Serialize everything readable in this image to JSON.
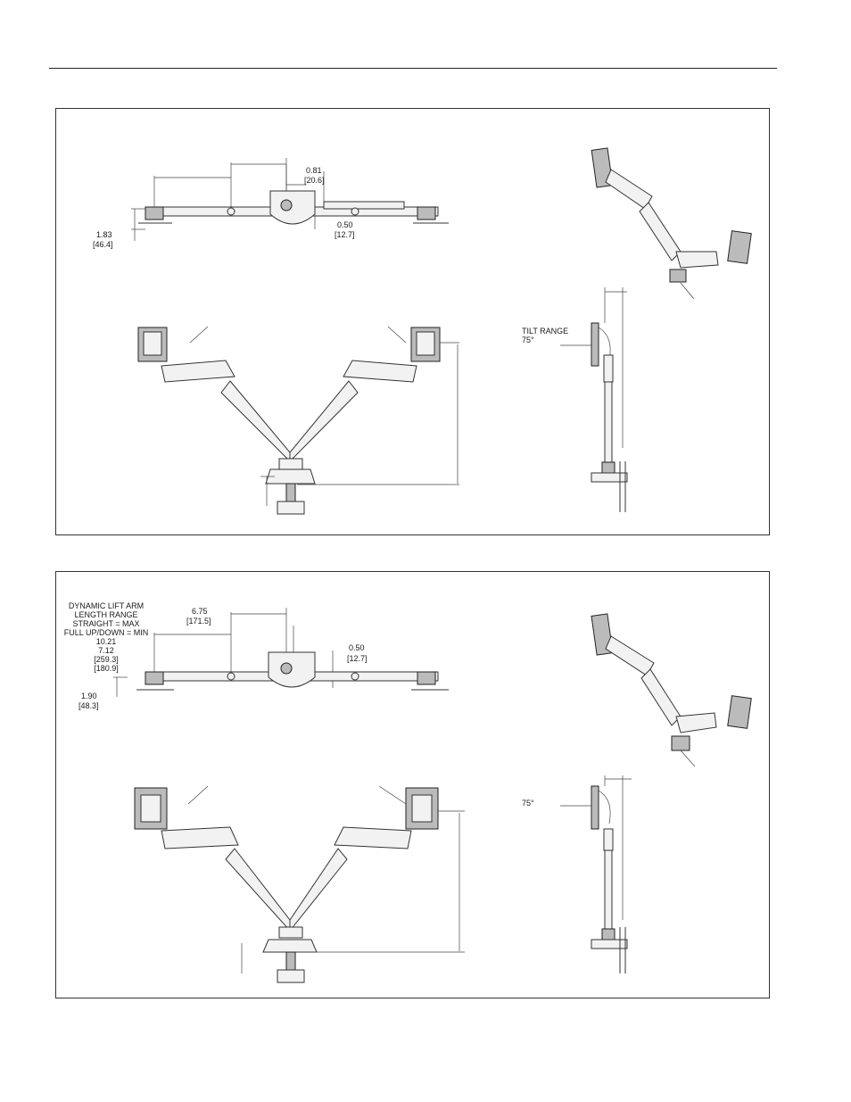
{
  "panel1": {
    "dim_top_1": "0.81",
    "dim_top_1_mm": "[20.6]",
    "dim_left_1": "1.83",
    "dim_left_1_mm": "[46.4]",
    "dim_mid_1": "0.50",
    "dim_mid_1_mm": "[12.7]",
    "tilt_label": "TILT RANGE",
    "tilt_value": "75°"
  },
  "panel2": {
    "note_line1": "DYNAMIC LIFT ARM",
    "note_line2": "LENGTH RANGE",
    "note_line3": "STRAIGHT = MAX",
    "note_line4": "FULL UP/DOWN = MIN",
    "range_max": "10.21",
    "range_min": "7.12",
    "range_max_mm": "[259.3]",
    "range_min_mm": "[180.9]",
    "dim_top_2": "6.75",
    "dim_top_2_mm": "[171.5]",
    "dim_mid_2": "0.50",
    "dim_mid_2_mm": "[12.7]",
    "dim_left_2": "1.90",
    "dim_left_2_mm": "[48.3]",
    "tilt_value": "75°"
  }
}
